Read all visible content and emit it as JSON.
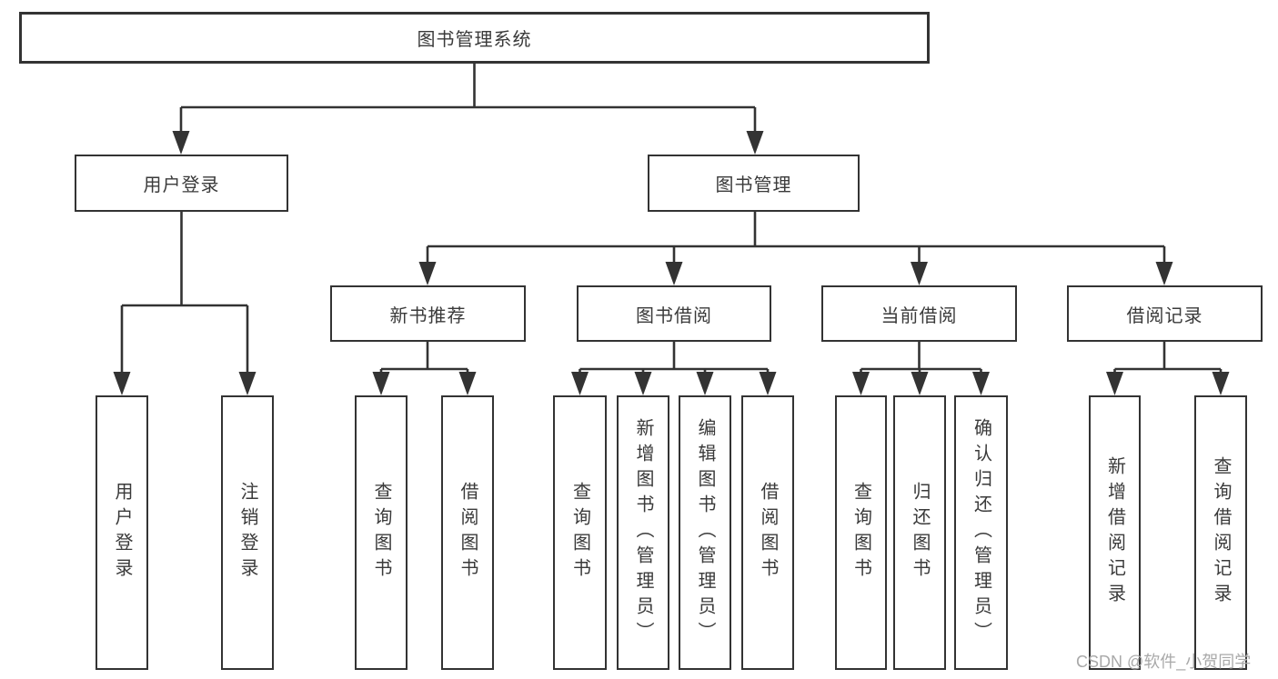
{
  "diagram_title": "图书管理系统",
  "nodes": {
    "root": "图书管理系统",
    "user_login": "用户登录",
    "book_mgmt": "图书管理",
    "new_book_rec": "新书推荐",
    "book_borrow": "图书借阅",
    "current_borrow": "当前借阅",
    "borrow_record": "借阅记录",
    "leaf_user_login": "用户登录",
    "leaf_logout": "注销登录",
    "rec_query_book": "查询图书",
    "rec_borrow_book": "借阅图书",
    "bb_query_book": "查询图书",
    "bb_add_book": "新增图书（管理员）",
    "bb_edit_book": "编辑图书（管理员）",
    "bb_borrow_book": "借阅图书",
    "cb_query_book": "查询图书",
    "cb_return_book": "归还图书",
    "cb_confirm_return": "确认归还（管理员）",
    "br_add_record": "新增借阅记录",
    "br_query_record": "查询借阅记录"
  },
  "hierarchy": {
    "root": [
      "user_login",
      "book_mgmt"
    ],
    "user_login": [
      "leaf_user_login",
      "leaf_logout"
    ],
    "book_mgmt": [
      "new_book_rec",
      "book_borrow",
      "current_borrow",
      "borrow_record"
    ],
    "new_book_rec": [
      "rec_query_book",
      "rec_borrow_book"
    ],
    "book_borrow": [
      "bb_query_book",
      "bb_add_book",
      "bb_edit_book",
      "bb_borrow_book"
    ],
    "current_borrow": [
      "cb_query_book",
      "cb_return_book",
      "cb_confirm_return"
    ],
    "borrow_record": [
      "br_add_record",
      "br_query_record"
    ]
  },
  "watermark": "CSDN @软件_小贺同学",
  "colors": {
    "line": "#333333",
    "text": "#3a3a3a",
    "box_background": "#ffffff",
    "watermark": "#a9a9a9"
  }
}
